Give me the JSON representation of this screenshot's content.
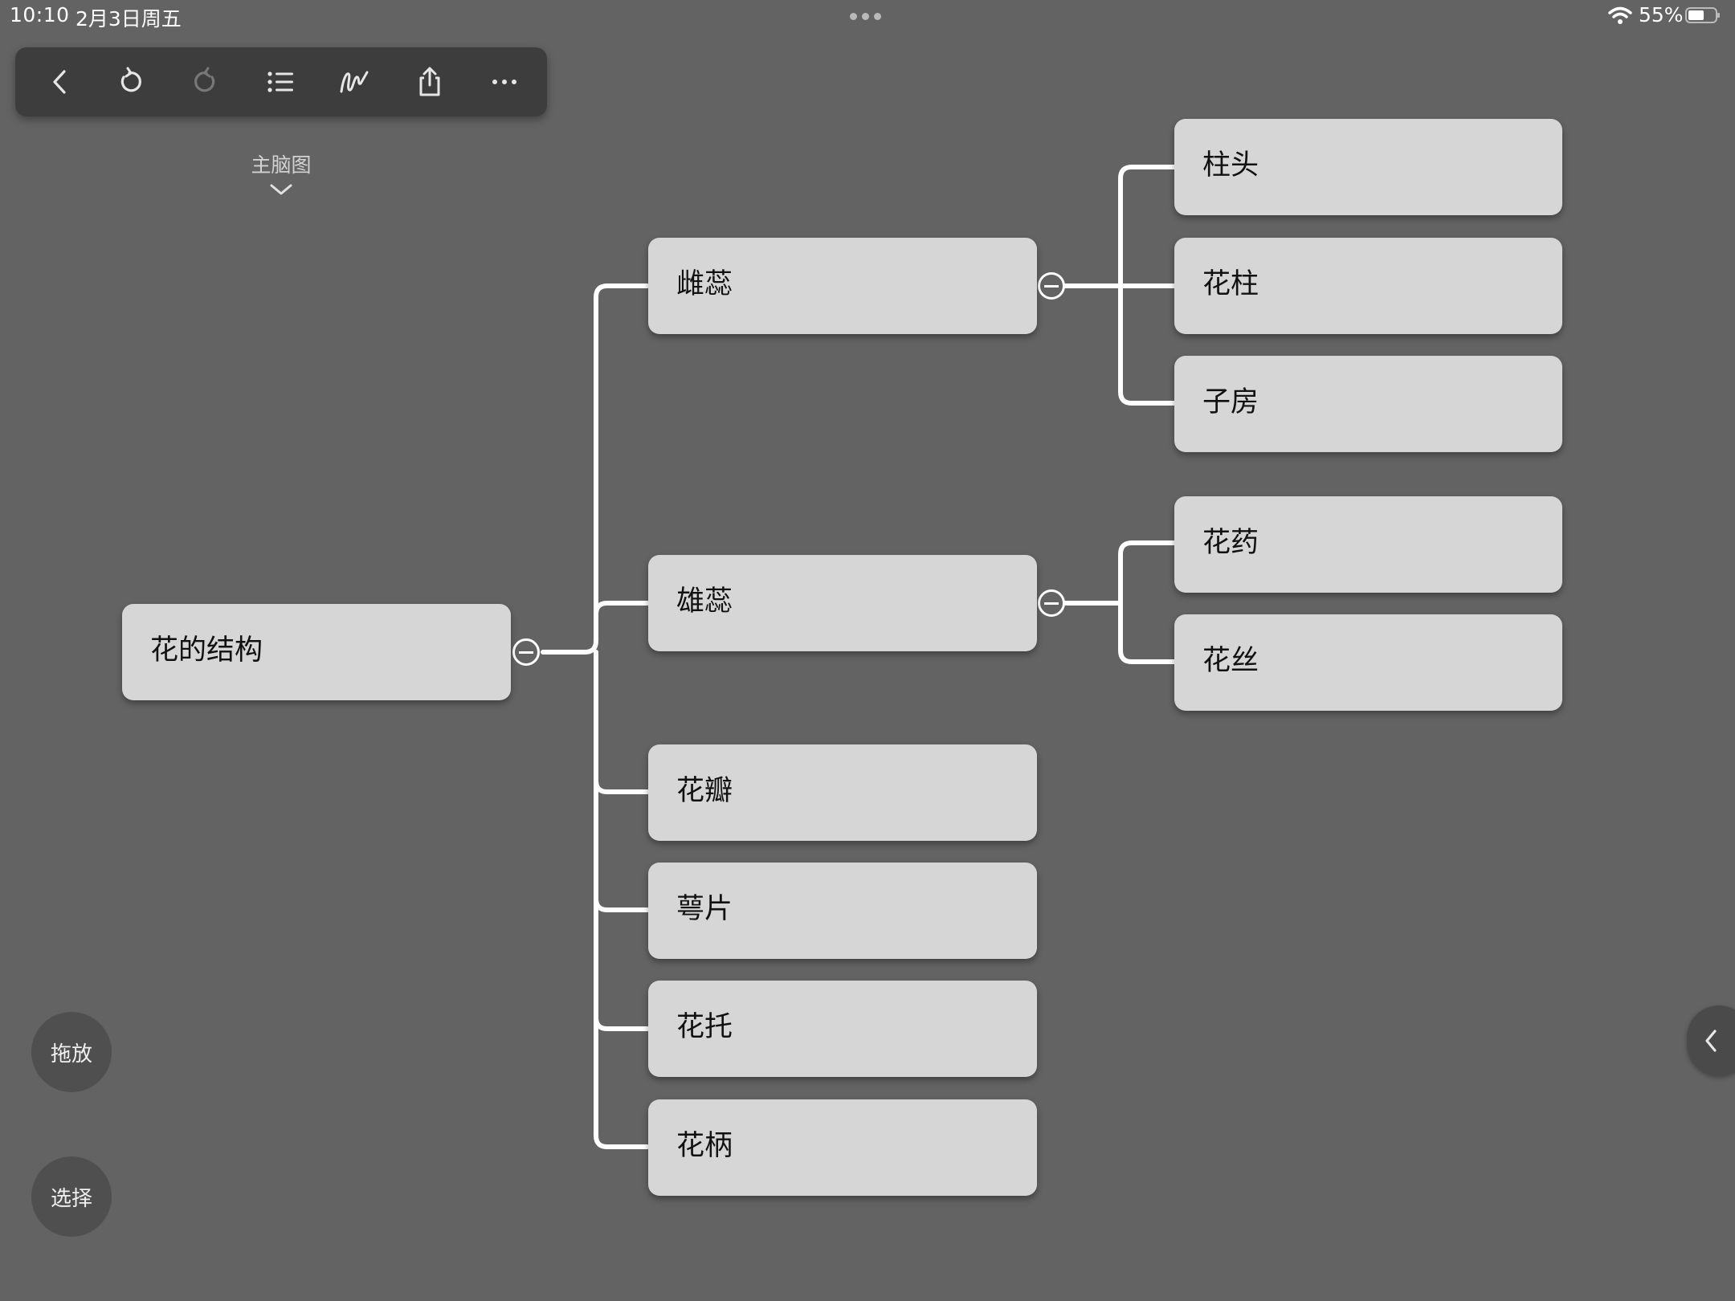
{
  "status_bar": {
    "time": "10:10",
    "date": "2月3日周五",
    "battery": "55%"
  },
  "toolbar": {
    "icons": [
      "back-icon",
      "undo-icon",
      "redo-icon",
      "outline-list-icon",
      "draw-icon",
      "share-icon",
      "more-icon"
    ]
  },
  "map_selector": {
    "label": "主脑图"
  },
  "mindmap": {
    "root": "花的结构",
    "branches": {
      "pistil": "雌蕊",
      "stamen": "雄蕊",
      "petal": "花瓣",
      "sepal": "萼片",
      "receptacle": "花托",
      "pedicel": "花柄"
    },
    "pistil_children": [
      "柱头",
      "花柱",
      "子房"
    ],
    "stamen_children": [
      "花药",
      "花丝"
    ]
  },
  "buttons": {
    "drag": "拖放",
    "select": "选择"
  },
  "colors": {
    "background": "#636363",
    "node": "#d6d6d6",
    "toolbar": "#3d3d3d",
    "connector": "#ffffff"
  }
}
